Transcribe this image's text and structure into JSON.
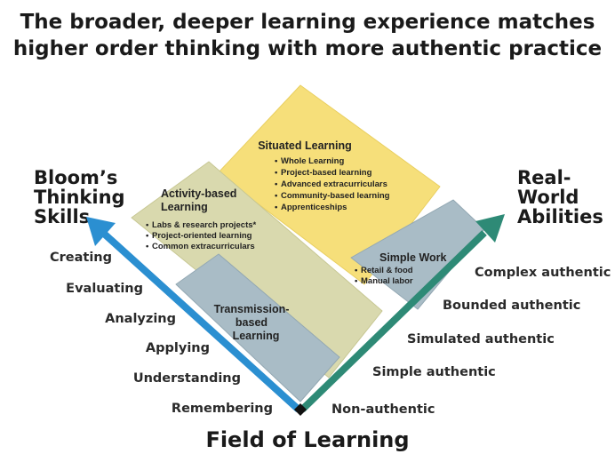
{
  "title": {
    "line1": "The broader, deeper learning experience matches",
    "line2": "higher order thinking with more authentic practice"
  },
  "left_axis": {
    "title_lines": [
      "Bloom’s",
      "Thinking",
      "Skills"
    ],
    "color": "#2b8fd1",
    "levels": [
      "Creating",
      "Evaluating",
      "Analyzing",
      "Applying",
      "Understanding",
      "Remembering"
    ]
  },
  "right_axis": {
    "title_lines": [
      "Real-",
      "World",
      "Abilities"
    ],
    "color": "#2e8a76",
    "levels": [
      "Complex authentic",
      "Bounded authentic",
      "Simulated authentic",
      "Simple authentic",
      "Non-authentic"
    ]
  },
  "bottom_title": "Field of Learning",
  "regions": {
    "situated": {
      "title": "Situated Learning",
      "color": "#f6df7a",
      "items": [
        "Whole Learning",
        "Project-based learning",
        "Advanced extracurriculars",
        "Community-based learning",
        "Apprenticeships"
      ]
    },
    "activity": {
      "title_lines": [
        "Activity-based",
        "Learning"
      ],
      "color": "#d9d9ae",
      "items": [
        "Labs & research projects*",
        "Project-oriented learning",
        "Common extracurriculars"
      ]
    },
    "simple_work": {
      "title": "Simple Work",
      "color": "#a9bcc6",
      "items": [
        "Retail & food",
        "Manual labor"
      ]
    },
    "transmission": {
      "title_lines": [
        "Transmission-",
        "based",
        "Learning"
      ],
      "color": "#a9bcc6"
    }
  }
}
